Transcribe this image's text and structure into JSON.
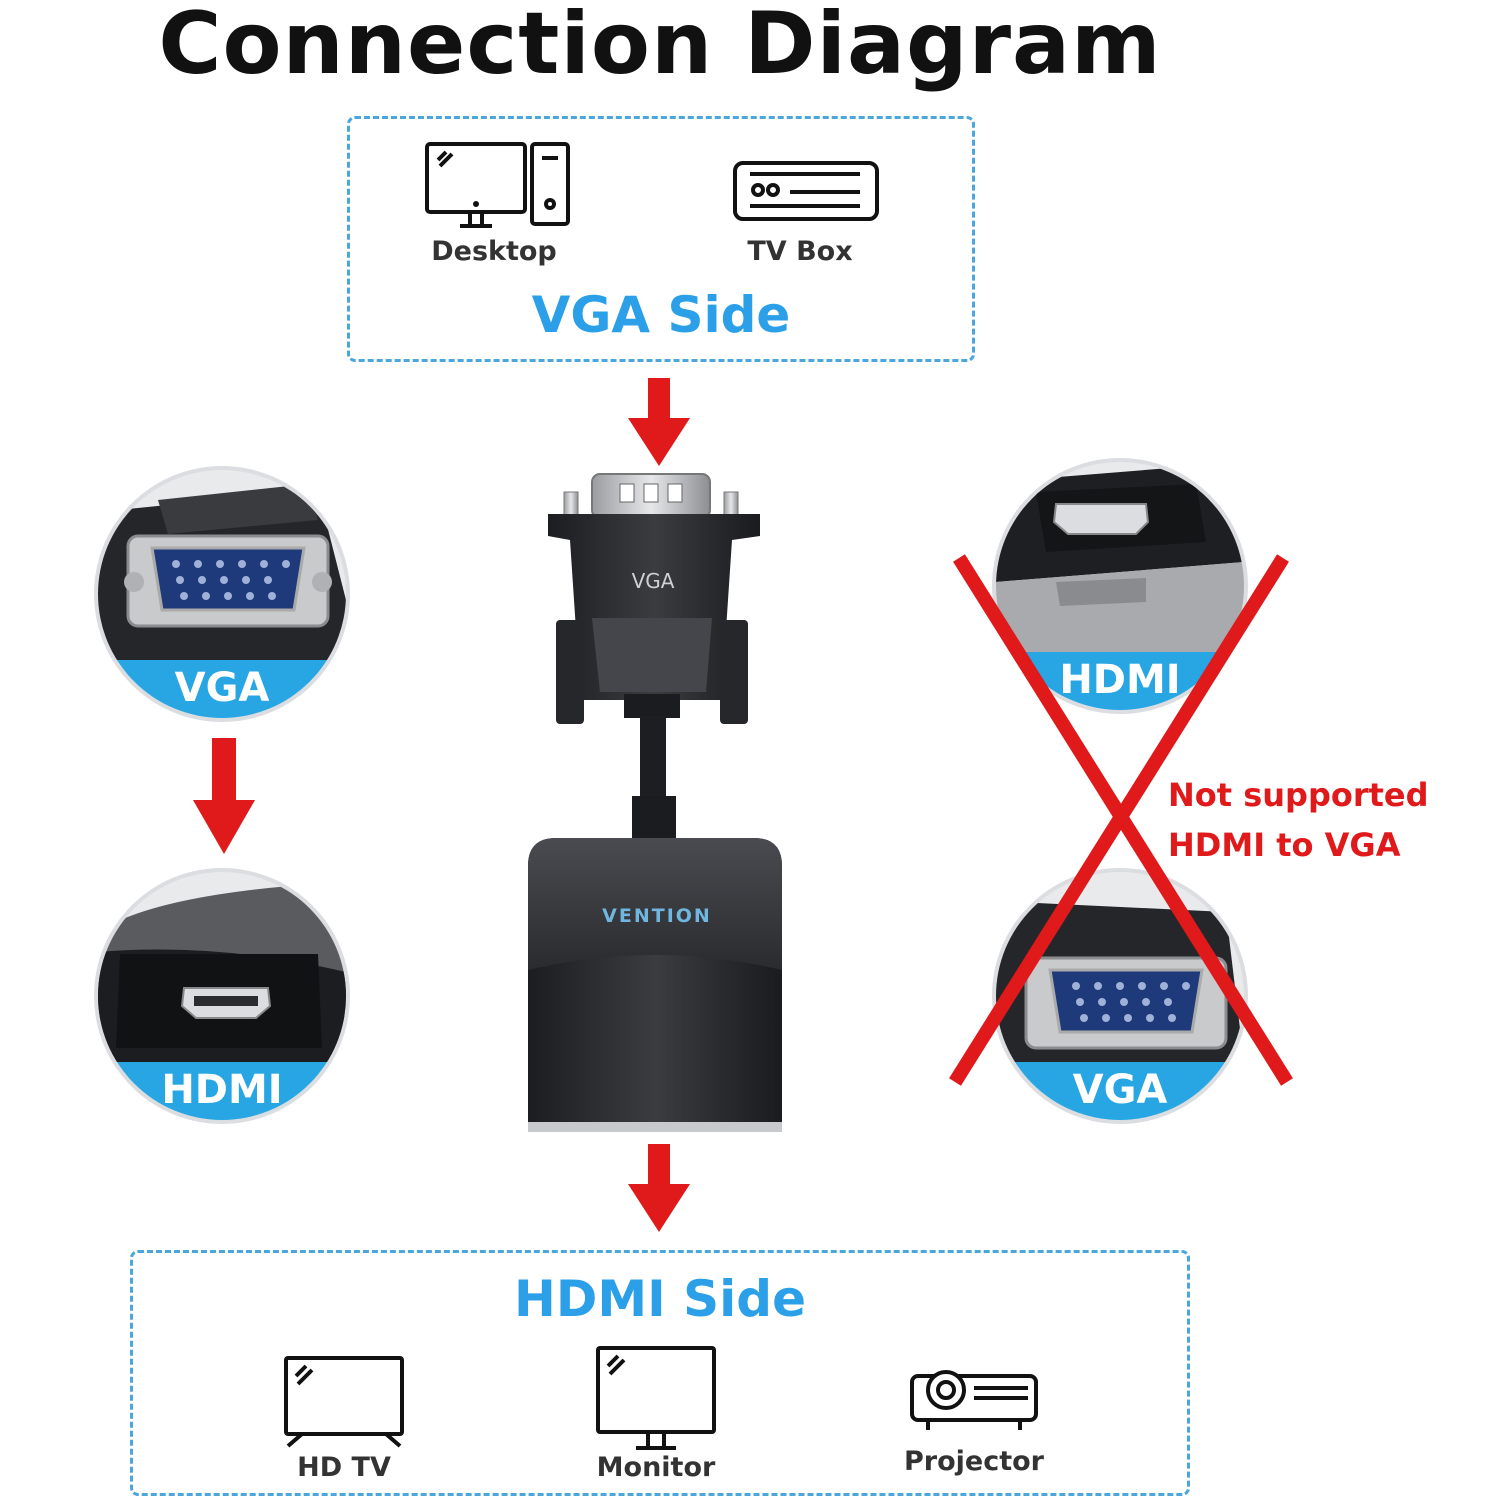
{
  "title": "Connection Diagram",
  "vga_side": {
    "title": "VGA Side",
    "devices": [
      {
        "label": "Desktop",
        "icon": "desktop-computer-icon"
      },
      {
        "label": "TV Box",
        "icon": "tv-box-icon"
      }
    ]
  },
  "hdmi_side": {
    "title": "HDMI Side",
    "devices": [
      {
        "label": "HD TV",
        "icon": "hd-tv-icon"
      },
      {
        "label": "Monitor",
        "icon": "monitor-icon"
      },
      {
        "label": "Projector",
        "icon": "projector-icon"
      }
    ]
  },
  "adapter": {
    "brand": "VENTION",
    "plug_label": "VGA"
  },
  "left_flow": {
    "from_label": "VGA",
    "to_label": "HDMI"
  },
  "right_flow": {
    "top_label": "HDMI",
    "bottom_label": "VGA",
    "warning_line1": "Not supported",
    "warning_line2": "HDMI to VGA"
  },
  "colors": {
    "accent_blue": "#2b9fe8",
    "arrow_red": "#e0191b",
    "dashed_border": "#4aa6dd"
  }
}
